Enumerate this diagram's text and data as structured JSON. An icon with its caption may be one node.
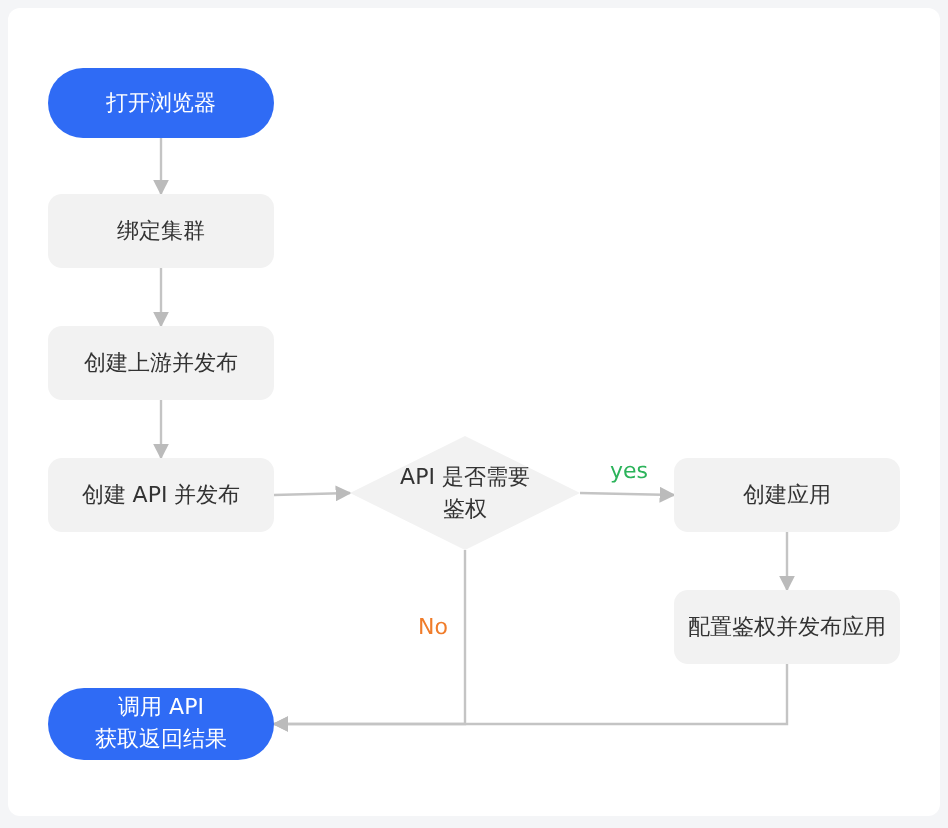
{
  "diagram": {
    "nodes": [
      {
        "text": [
          "打开浏览器"
        ]
      },
      {
        "text": [
          "绑定集群"
        ]
      },
      {
        "text": [
          "创建上游并发布"
        ]
      },
      {
        "text": [
          "创建 API 并发布"
        ]
      },
      {
        "text": [
          "API 是否需要鉴权"
        ]
      },
      {
        "text": [
          "创建应用"
        ]
      },
      {
        "text": [
          "配置鉴权并发布应用"
        ]
      },
      {
        "text": [
          "调用 API获取返回结果"
        ]
      }
    ],
    "edges": [
      {
        "from": 0,
        "to": 1,
        "arrow": "to"
      },
      {
        "from": 1,
        "to": 2,
        "arrow": "to"
      },
      {
        "from": 2,
        "to": 3,
        "arrow": "to"
      },
      {
        "from": 3,
        "to": 4,
        "arrow": "to"
      },
      {
        "from": 4,
        "to": 5,
        "arrow": "to",
        "label": "yes"
      },
      {
        "from": 5,
        "to": 6,
        "arrow": "to"
      },
      {
        "from": 4,
        "to": 7,
        "arrow": "to",
        "label": "No"
      },
      {
        "from": 6,
        "to": 7,
        "arrow": "to"
      }
    ]
  }
}
